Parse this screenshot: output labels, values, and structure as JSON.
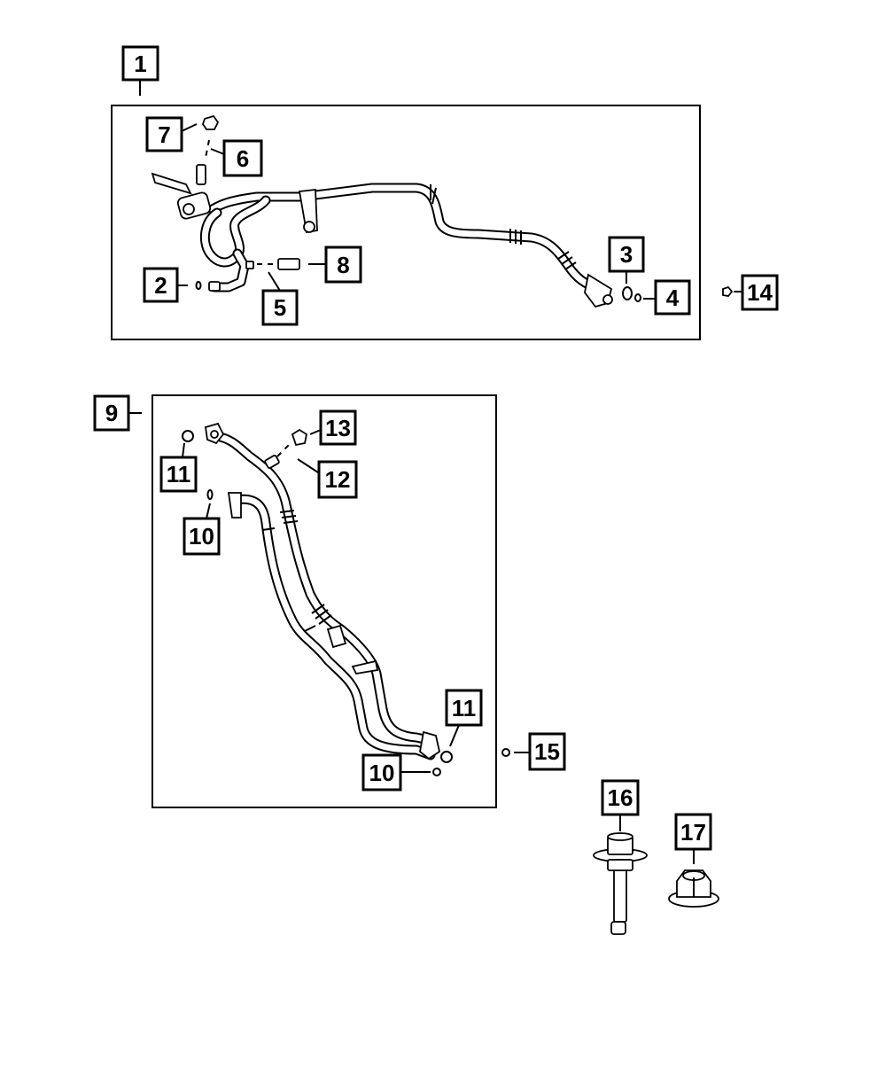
{
  "diagram": {
    "callouts": [
      {
        "id": "c1",
        "label": "1"
      },
      {
        "id": "c2",
        "label": "2"
      },
      {
        "id": "c3",
        "label": "3"
      },
      {
        "id": "c4",
        "label": "4"
      },
      {
        "id": "c5",
        "label": "5"
      },
      {
        "id": "c6",
        "label": "6"
      },
      {
        "id": "c7",
        "label": "7"
      },
      {
        "id": "c8",
        "label": "8"
      },
      {
        "id": "c9",
        "label": "9"
      },
      {
        "id": "c10a",
        "label": "10"
      },
      {
        "id": "c10b",
        "label": "10"
      },
      {
        "id": "c11a",
        "label": "11"
      },
      {
        "id": "c11b",
        "label": "11"
      },
      {
        "id": "c12",
        "label": "12"
      },
      {
        "id": "c13",
        "label": "13"
      },
      {
        "id": "c14",
        "label": "14"
      },
      {
        "id": "c15",
        "label": "15"
      },
      {
        "id": "c16",
        "label": "16"
      },
      {
        "id": "c17",
        "label": "17"
      }
    ]
  }
}
